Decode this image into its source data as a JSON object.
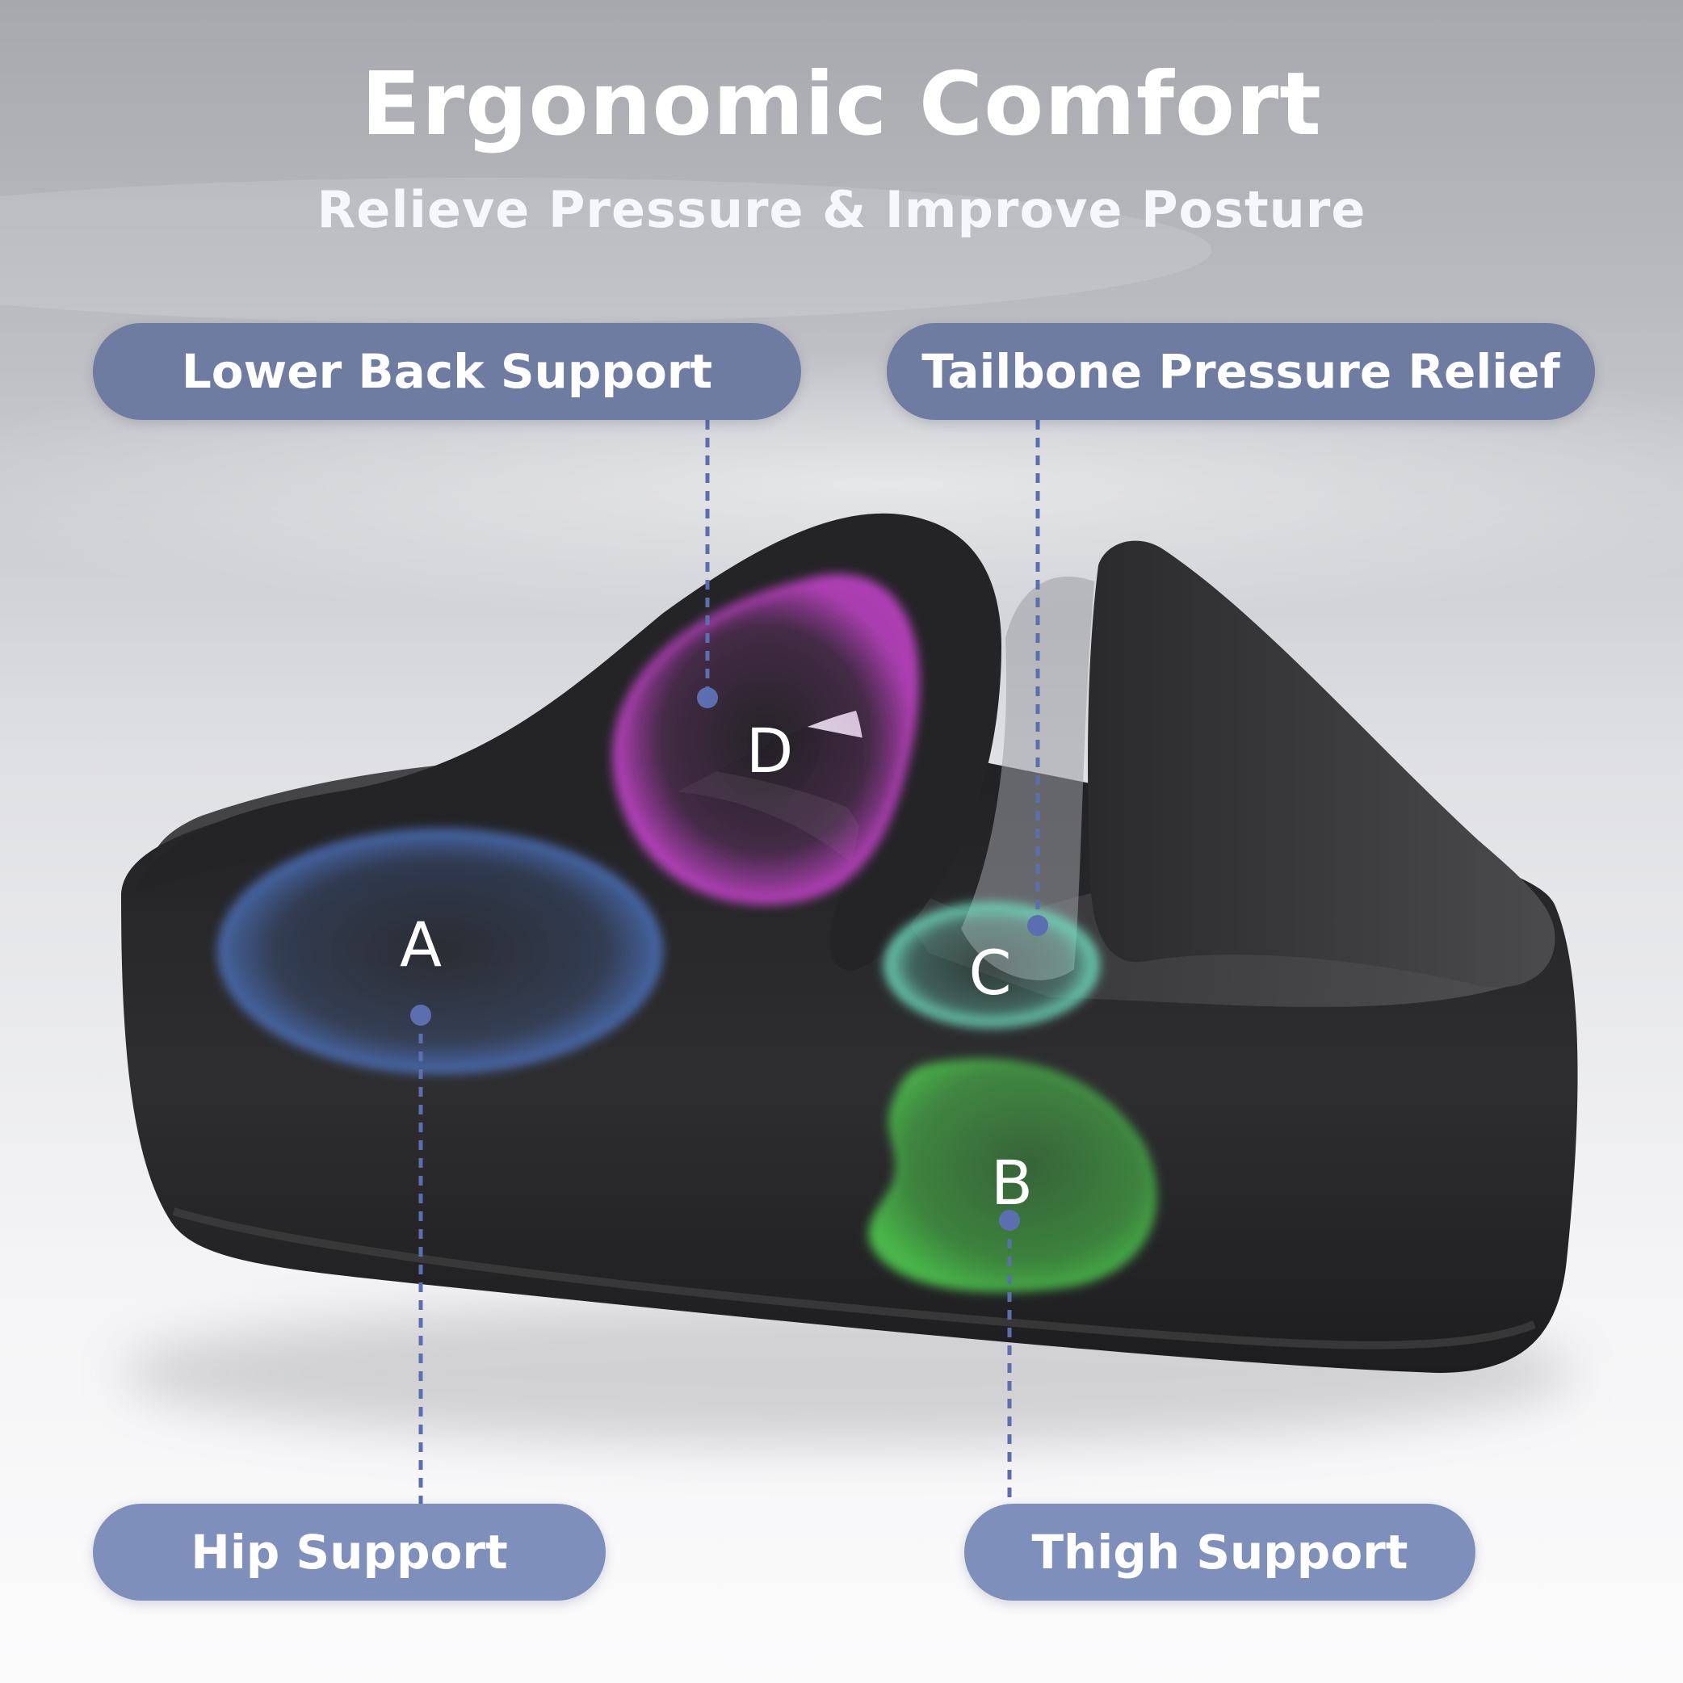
{
  "header": {
    "title": "Ergonomic Comfort",
    "subtitle": "Relieve Pressure & Improve Posture"
  },
  "callouts": {
    "lower_back": "Lower Back Support",
    "tailbone": "Tailbone Pressure Relief",
    "hip": "Hip Support",
    "thigh": "Thigh Support"
  },
  "zones": {
    "a": "A",
    "b": "B",
    "c": "C",
    "d": "D"
  },
  "colors": {
    "pill_top": "#6f7ca2",
    "pill_bottom": "#7f8fbb",
    "dot": "#5b6fb0",
    "zone_a": "#4e76c4",
    "zone_b": "#4fcf4f",
    "zone_c": "#6fe0c0",
    "zone_d": "#c243c8",
    "cushion": "#2b2b2d"
  }
}
